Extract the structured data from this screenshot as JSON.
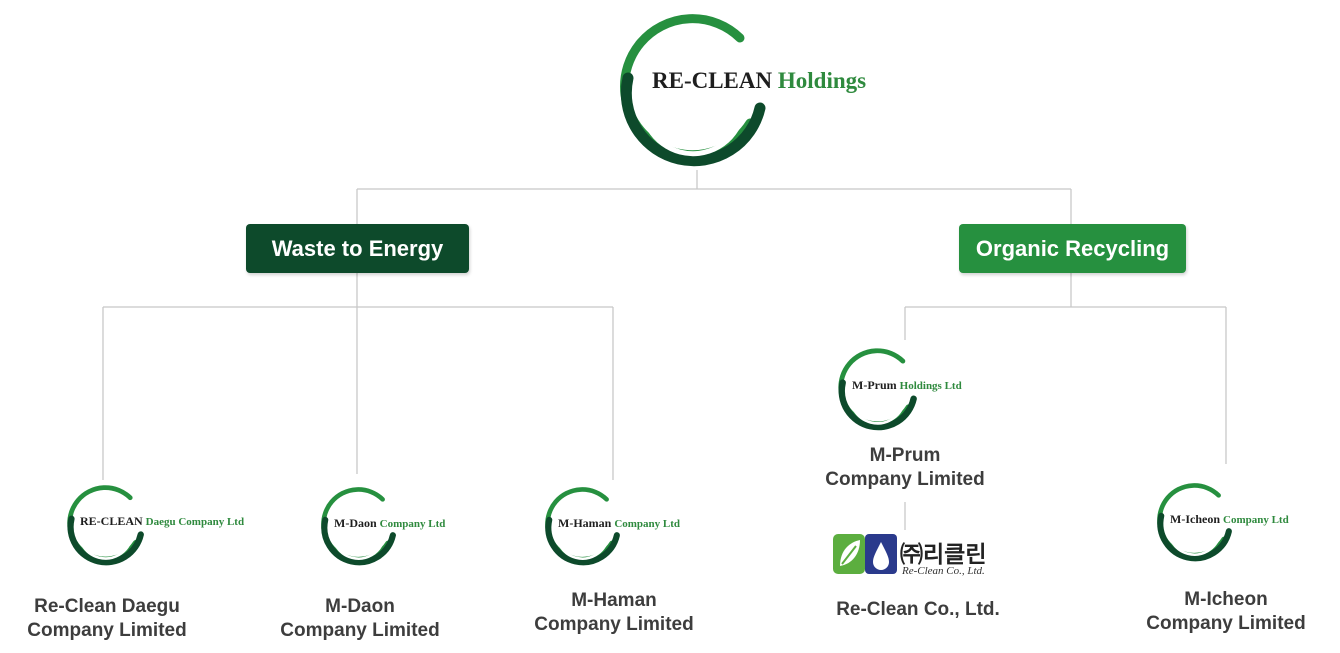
{
  "colors": {
    "dark_green": "#0d4a2b",
    "bright_green": "#26903f",
    "connector": "#c8c8c8",
    "company_text": "#3d3d3d"
  },
  "root": {
    "logo_text_main": "RE-CLEAN",
    "logo_text_accent": "Holdings",
    "icon": "swoosh-ring-logo"
  },
  "categories": {
    "waste": {
      "label": "Waste to Energy",
      "color": "#0d4a2b"
    },
    "organic": {
      "label": "Organic Recycling",
      "color": "#26903f"
    }
  },
  "companies": {
    "daegu": {
      "logo_main": "RE-CLEAN",
      "logo_accent": "Daegu Company Ltd",
      "name_line1": "Re-Clean Daegu",
      "name_line2": "Company Limited"
    },
    "daon": {
      "logo_main": "M-Daon",
      "logo_accent": "Company Ltd",
      "name_line1": "M-Daon",
      "name_line2": "Company Limited"
    },
    "haman": {
      "logo_main": "M-Haman",
      "logo_accent": "Company Ltd",
      "name_line1": "M-Haman",
      "name_line2": "Company Limited"
    },
    "prum": {
      "logo_main": "M-Prum",
      "logo_accent": "Holdings Ltd",
      "name_line1": "M-Prum",
      "name_line2": "Company Limited"
    },
    "reclean_co": {
      "logo_korean": "㈜리클린",
      "logo_sub": "Re-Clean Co., Ltd.",
      "name_line1": "Re-Clean Co., Ltd."
    },
    "icheon": {
      "logo_main": "M-Icheon",
      "logo_accent": "Company Ltd",
      "name_line1": "M-Icheon",
      "name_line2": "Company Limited"
    }
  }
}
